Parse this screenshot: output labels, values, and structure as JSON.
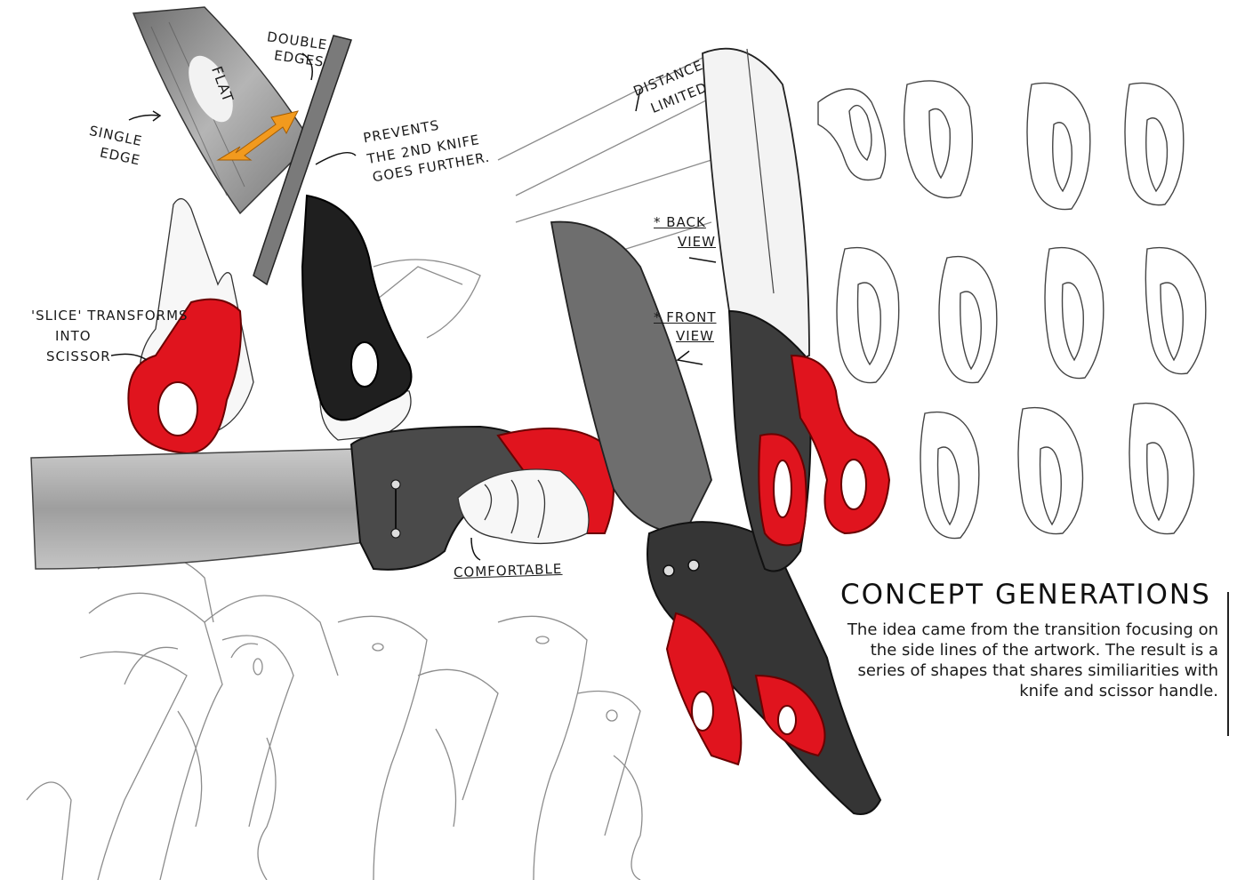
{
  "annotations": {
    "flat": "FLAT",
    "double_edges_1": "DOUBLE",
    "double_edges_2": "EDGES",
    "single_edge_1": "SINGLE",
    "single_edge_2": "EDGE",
    "prevents_1": "PREVENTS",
    "prevents_2": "THE 2nd KNIFE",
    "prevents_3": "GOES FURTHER.",
    "distance_1": "DISTANCE",
    "distance_2": "LIMITED",
    "back_view_1": "* BACK",
    "back_view_2": "VIEW",
    "front_view_1": "* FRONT",
    "front_view_2": "VIEW",
    "slice_1": "'SLICE' TRANSFORMS",
    "slice_2": "INTO",
    "slice_3": "SCISSOR",
    "comfortable": "COMFORTABLE"
  },
  "panel": {
    "title": "CONCEPT GENERATIONS",
    "description": "The idea came from the transition focusing on the side lines of the artwork. The result is a series of shapes that shares similiarities with knife and scissor handle."
  },
  "colors": {
    "accent_red": "#e0141e",
    "handle_dark": "#2b2b2b",
    "blade_grey": "#8f8f8f",
    "arrow_orange": "#f29a1e",
    "pencil": "#555555"
  }
}
